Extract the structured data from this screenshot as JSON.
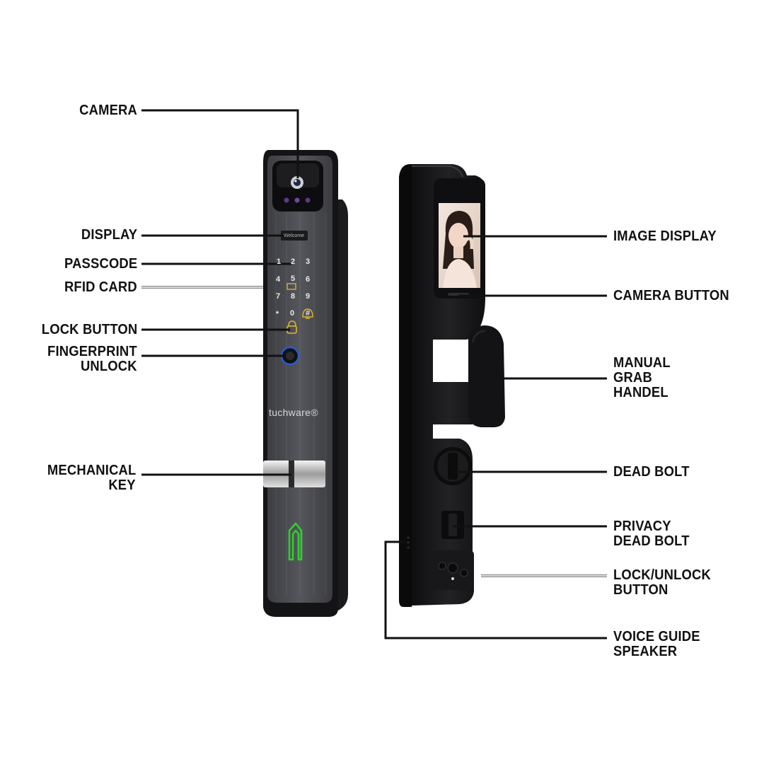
{
  "brand": "tuchware®",
  "screen_text": "Welcome",
  "keypad": [
    "1",
    "2",
    "3",
    "4",
    "5",
    "6",
    "7",
    "8",
    "9",
    "*",
    "0",
    "#"
  ],
  "labels_left": {
    "camera": "CAMERA",
    "display": "DISPLAY",
    "passcode": "PASSCODE",
    "rfid_card": "RFID CARD",
    "lock_button": "LOCK BUTTON",
    "fingerprint_1": "FINGERPRINT",
    "fingerprint_2": "UNLOCK",
    "mech_key_1": "MECHANICAL",
    "mech_key_2": "KEY"
  },
  "labels_right": {
    "image_display": "IMAGE DISPLAY",
    "camera_button": "CAMERA BUTTON",
    "grab_1": "MANUAL",
    "grab_2": "GRAB",
    "grab_3": "HANDEL",
    "dead_bolt": "DEAD BOLT",
    "privacy_1": "PRIVACY",
    "privacy_2": "DEAD BOLT",
    "lock_unlock_1": "LOCK/UNLOCK",
    "lock_unlock_2": "BUTTON",
    "voice_1": "VOICE GUIDE",
    "voice_2": "SPEAKER"
  },
  "colors": {
    "front_panel": "#4a4b4f",
    "body_dark": "#1c1c1e",
    "back_panel": "#151517",
    "fingerprint_ring": "#2a5bd6",
    "key_logo": "#2fd12f",
    "lock_icon": "#e2b531"
  }
}
